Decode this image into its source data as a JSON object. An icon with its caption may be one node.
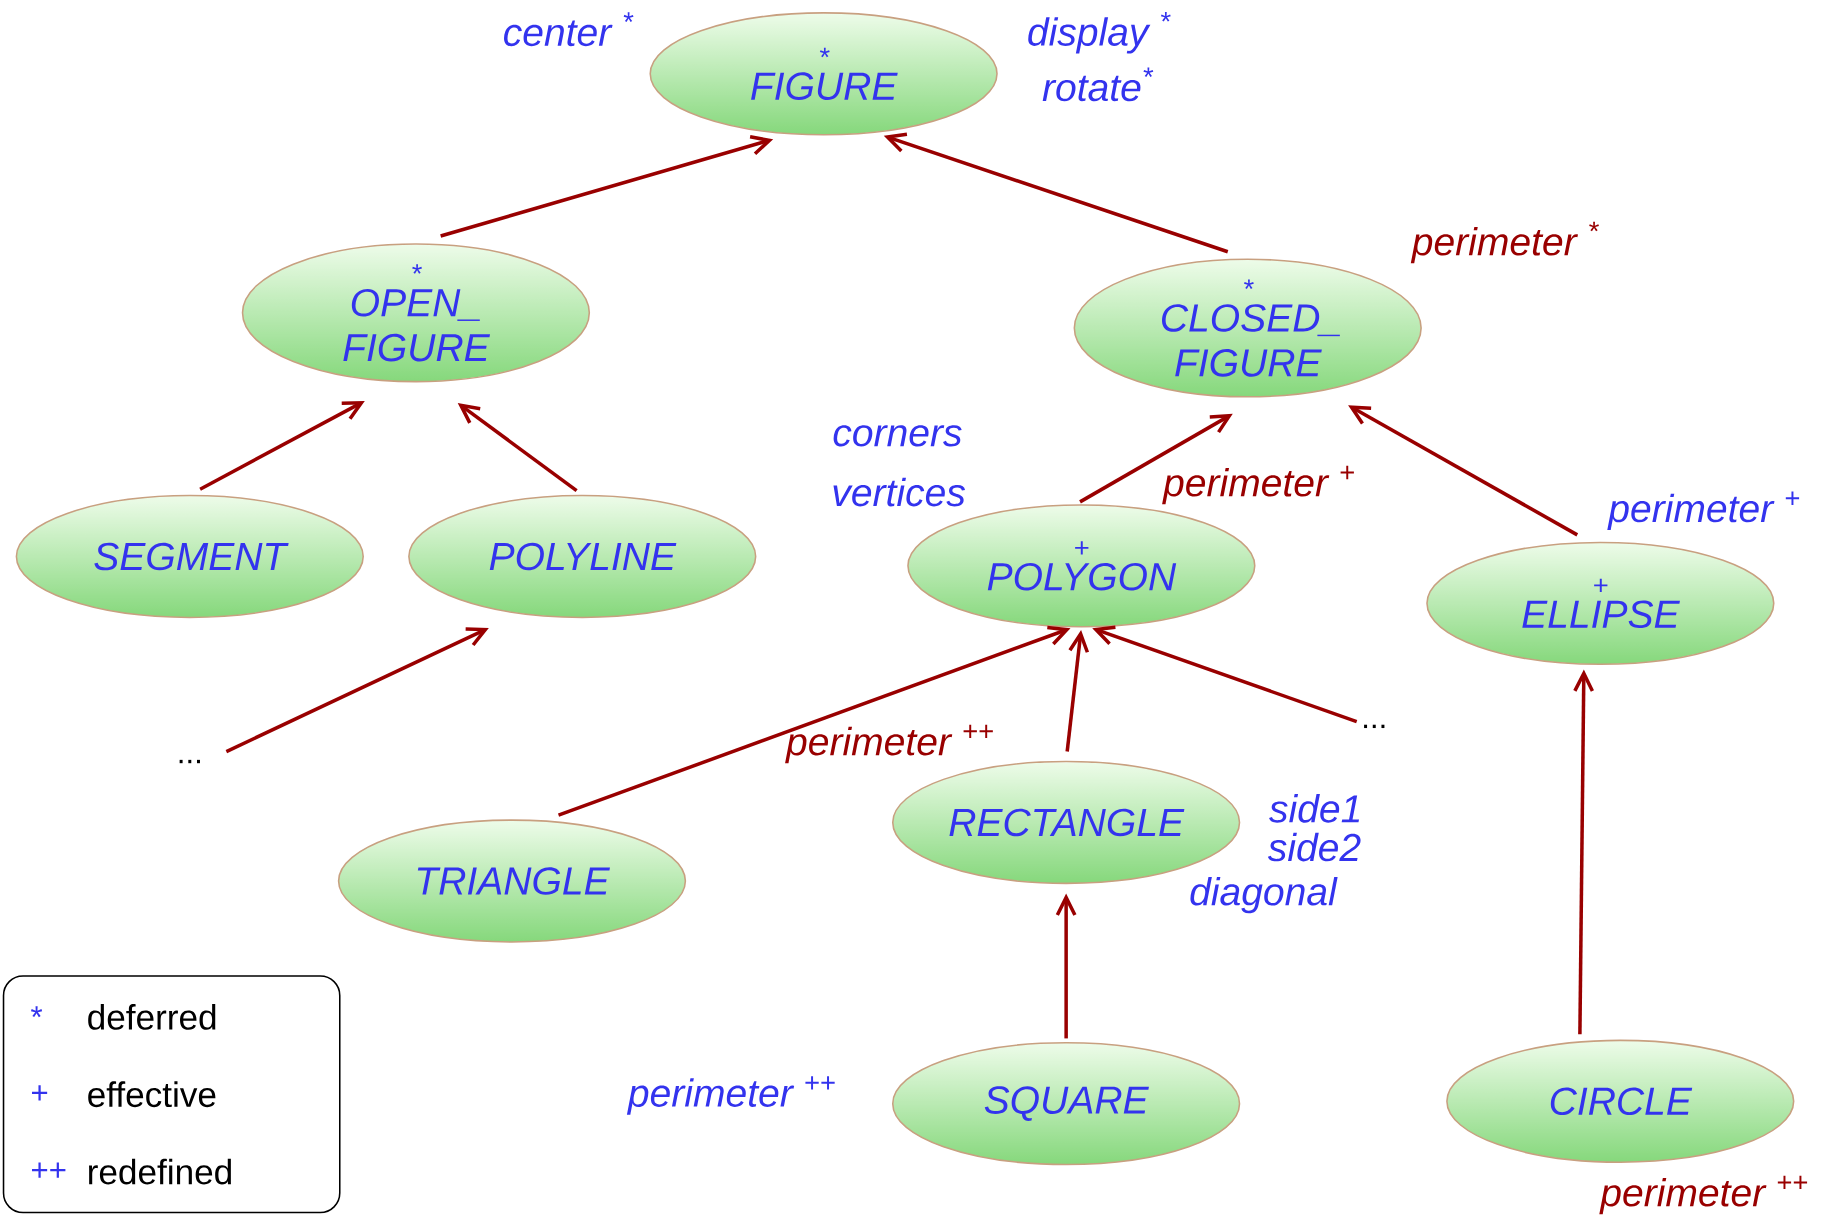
{
  "diagram": {
    "nodes": [
      {
        "text": [
          "*",
          "FIGURE"
        ],
        "beside": [
          "center $^{*}$",
          "display $^{*}$",
          "rotate$^{*}$"
        ]
      },
      {
        "text": [
          "*",
          "OPEN_ FIGURE"
        ]
      },
      {
        "text": [
          "*",
          "CLOSED_ FIGURE"
        ],
        "beside": [
          "perimeter $^{*}$"
        ]
      },
      {
        "text": [
          "SEGMENT"
        ]
      },
      {
        "text": [
          "POLYLINE"
        ]
      },
      {
        "text": [
          "+",
          "POLYGON"
        ],
        "beside": [
          "corners",
          "vertices",
          "perimeter $^{+}$"
        ]
      },
      {
        "text": [
          "+",
          "ELLIPSE"
        ],
        "beside": [
          "perimeter $^{+}$"
        ]
      },
      {
        "text": [
          "..."
        ]
      },
      {
        "text": [
          "TRIANGLE"
        ]
      },
      {
        "text": [
          "RECTANGLE"
        ],
        "beside": [
          "perimeter $^{++}$",
          "side1",
          "side2",
          "diagonal"
        ]
      },
      {
        "text": [
          "..."
        ]
      },
      {
        "text": [
          "SQUARE"
        ],
        "beside": [
          "perimeter $^{++}$"
        ]
      },
      {
        "text": [
          "CIRCLE"
        ],
        "beside": [
          "perimeter $^{++}$"
        ]
      }
    ],
    "edges": [
      {
        "from": 1,
        "to": 0,
        "arrow": "to"
      },
      {
        "from": 2,
        "to": 0,
        "arrow": "to"
      },
      {
        "from": 3,
        "to": 1,
        "arrow": "to"
      },
      {
        "from": 4,
        "to": 1,
        "arrow": "to"
      },
      {
        "from": 7,
        "to": 4,
        "arrow": "to"
      },
      {
        "from": 5,
        "to": 2,
        "arrow": "to"
      },
      {
        "from": 6,
        "to": 2,
        "arrow": "to"
      },
      {
        "from": 8,
        "to": 5,
        "arrow": "to"
      },
      {
        "from": 9,
        "to": 5,
        "arrow": "to"
      },
      {
        "from": 10,
        "to": 5,
        "arrow": "to"
      },
      {
        "from": 11,
        "to": 9,
        "arrow": "to"
      },
      {
        "from": 12,
        "to": 6,
        "arrow": "to"
      }
    ],
    "labels": [
      "*",
      "+",
      "++"
    ],
    "legend": [
      {
        "text": "deferred"
      },
      {
        "text": "effective"
      },
      {
        "text": "redefined"
      }
    ]
  }
}
